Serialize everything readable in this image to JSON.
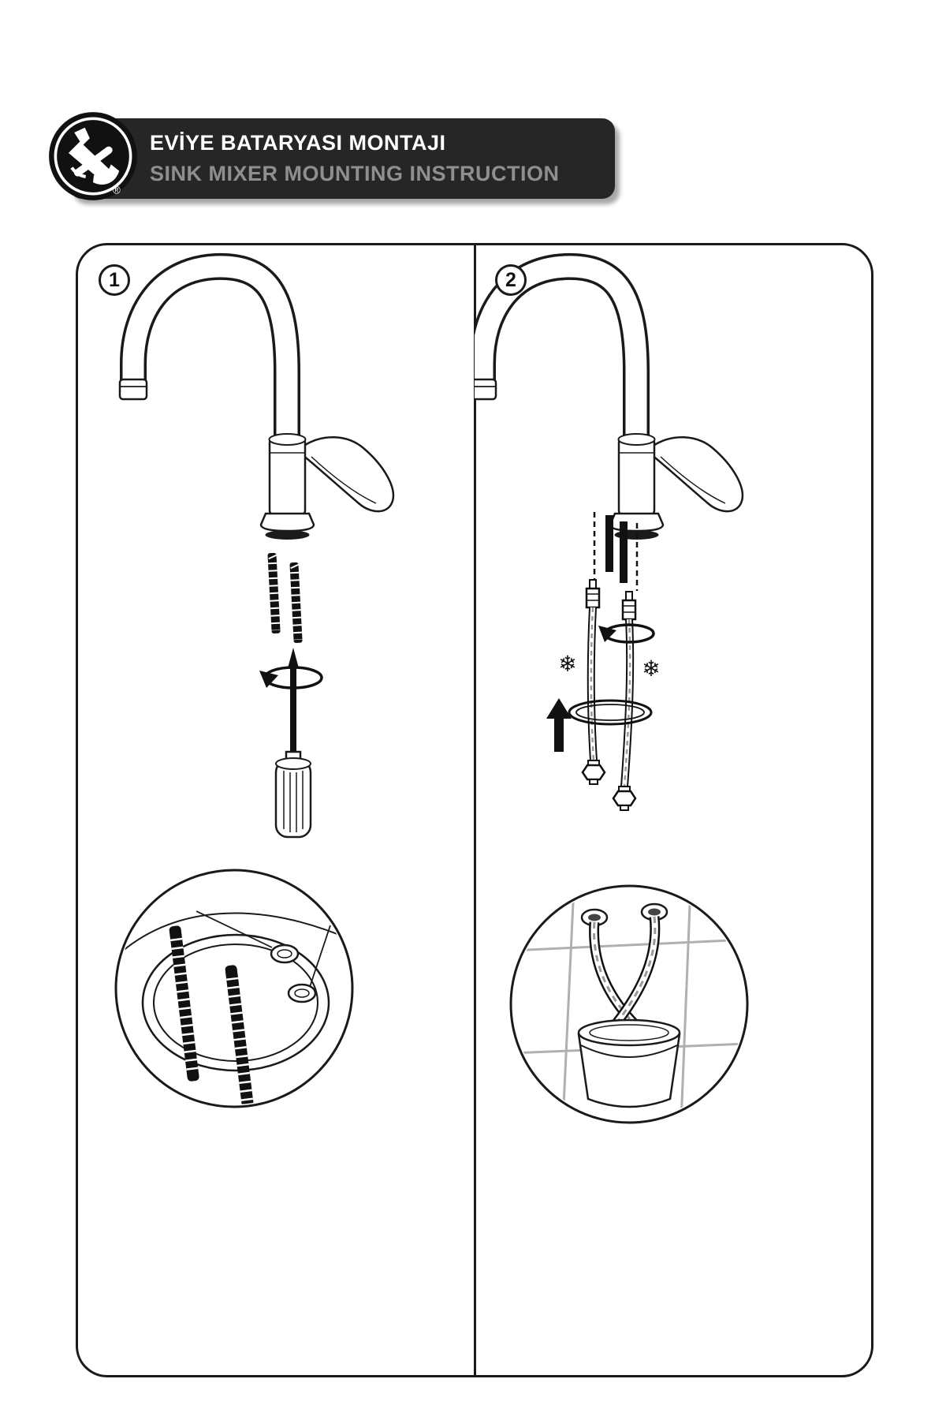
{
  "header": {
    "title_tr": "EVİYE BATARYASI MONTAJI",
    "title_en": "SINK MIXER MOUNTING INSTRUCTION",
    "registered_mark": "®",
    "logo": "wrench-hand-logo",
    "colors": {
      "banner_bg": "#262626",
      "title_tr": "#ffffff",
      "title_en": "#8f8f8f"
    }
  },
  "panel": {
    "border_color": "#1a1a1a",
    "snowflake_glyph": "❄",
    "steps": [
      {
        "number": "1",
        "illustrations": [
          "sink-mixer-faucet",
          "two-threaded-studs",
          "screwdriver-with-rotation-arrow",
          "sink-deck-holes-detail-circle"
        ]
      },
      {
        "number": "2",
        "illustrations": [
          "sink-mixer-faucet",
          "flexible-supply-hoses",
          "rotation-arrow",
          "snowflake-cold-symbols",
          "mounting-ring-gasket",
          "insert-direction-up-arrow",
          "hoses-into-bucket-detail-circle"
        ]
      }
    ]
  }
}
